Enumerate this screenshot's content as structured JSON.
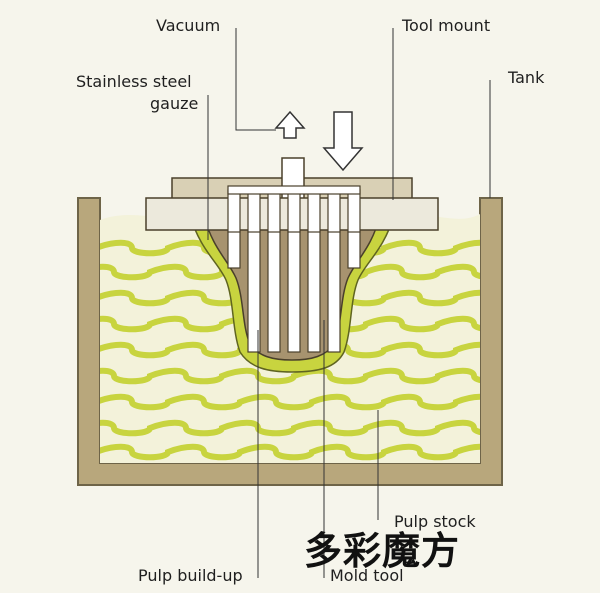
{
  "labels": {
    "vacuum": "Vacuum",
    "tool_mount": "Tool mount",
    "stainless_line1": "Stainless steel",
    "stainless_line2": "gauze",
    "tank": "Tank",
    "pulp_stock": "Pulp stock",
    "pulp_buildup": "Pulp build-up",
    "mold_tool": "Mold tool"
  },
  "watermark": "多彩魔方",
  "colors": {
    "background": "#f6f5ec",
    "tank_wall": "#b8a77c",
    "pulp_liquid": "#f3f2da",
    "pulp_wave": "#c8d43f",
    "mold_fill": "#a7936f",
    "platen": "#ece9dc",
    "leader": "#333333"
  }
}
